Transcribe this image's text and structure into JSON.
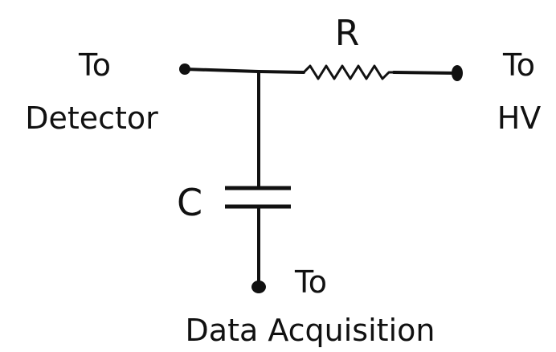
{
  "labels": {
    "detector_line1": "To",
    "detector_line2": "Detector",
    "hv_line1": "To",
    "hv_line2": "HV",
    "resistor": "R",
    "capacitor": "C",
    "daq_line1": "To",
    "daq_line2": "Data Acquisition"
  },
  "colors": {
    "ink": "#111111",
    "background": "#ffffff"
  }
}
